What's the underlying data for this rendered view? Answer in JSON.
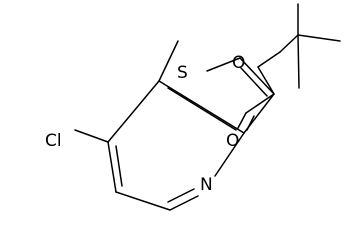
{
  "molecule": {
    "atoms": {
      "sulfur": "S",
      "nitrogen": "N",
      "chlorine": "Cl",
      "ester_oxygen": "O",
      "carbonyl_oxygen": "O"
    }
  },
  "colors": {
    "background": "#ffffff",
    "bonds": "#000000",
    "labels": "#000000"
  }
}
